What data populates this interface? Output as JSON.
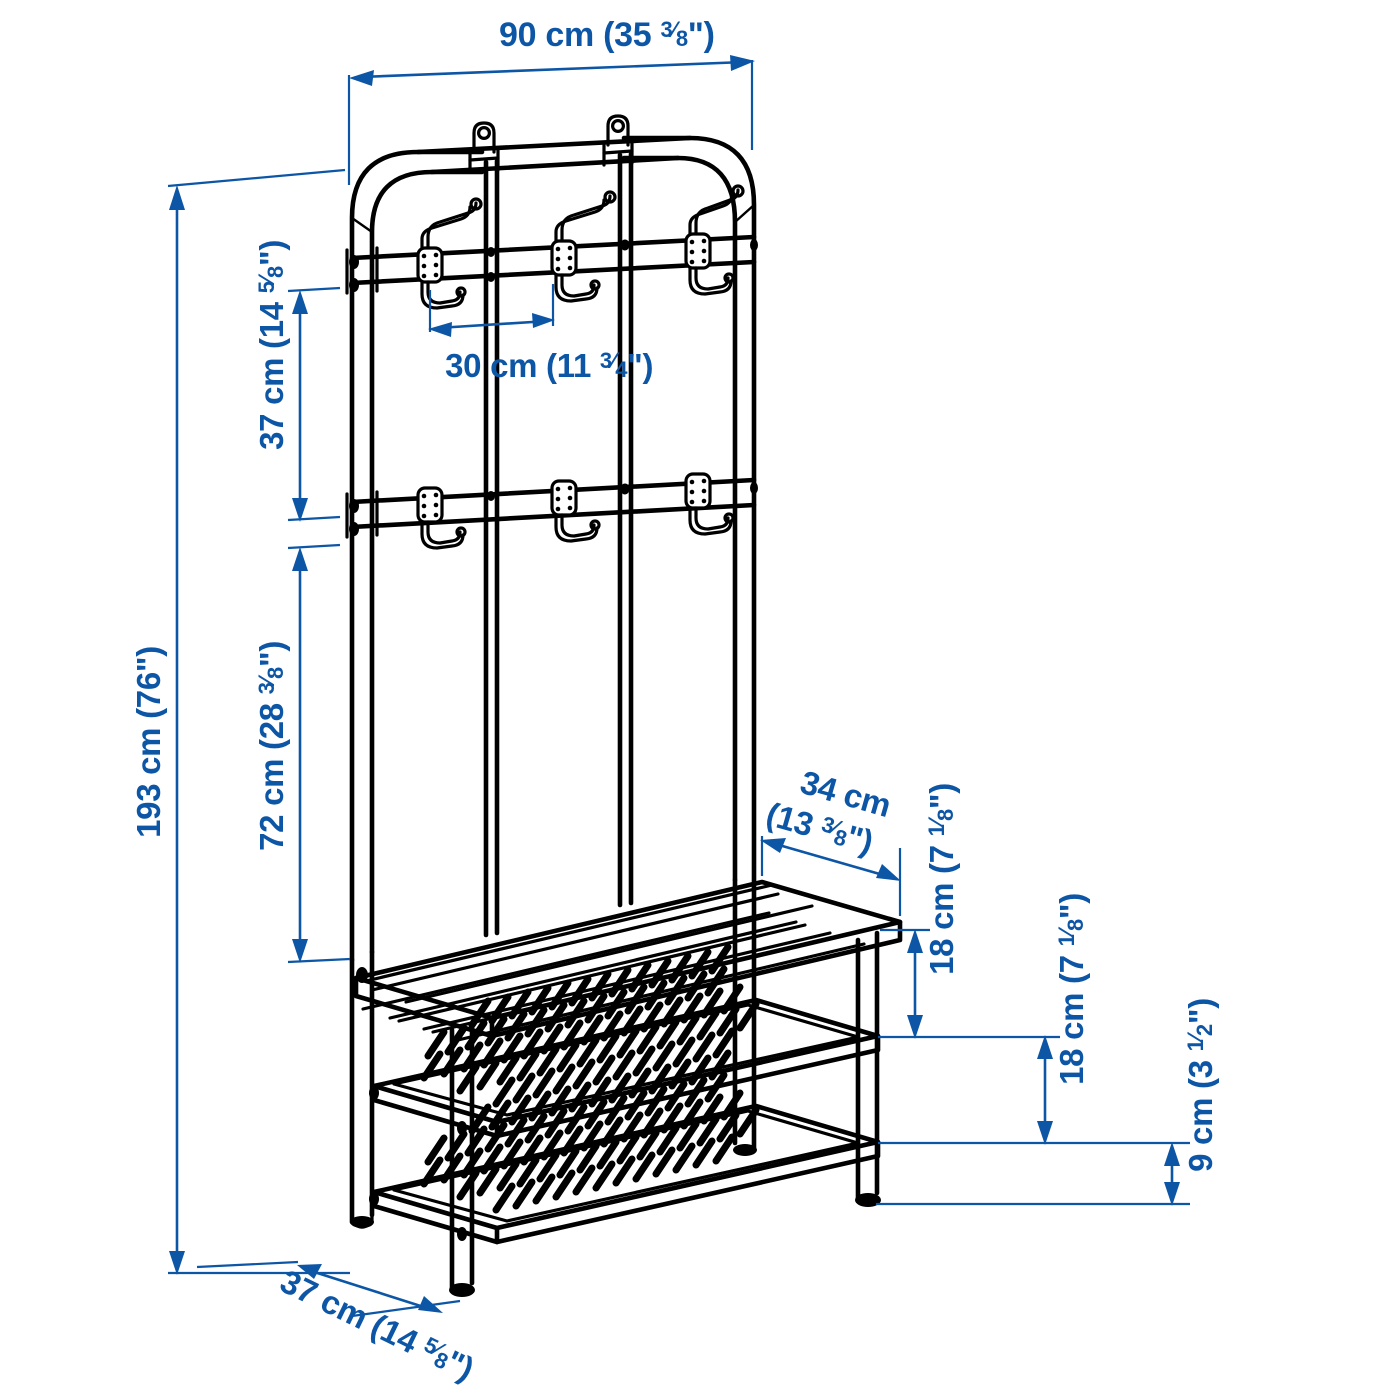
{
  "drawing": {
    "title": "Hall tree / shoe bench with hooks — dimension drawing",
    "line_color": "#000000",
    "dimension_color": "#0d56a6",
    "background": "#ffffff"
  },
  "dimensions": {
    "width_top": {
      "id": "width-90",
      "metric": "90 cm",
      "imperial_whole": "(35",
      "imperial_frac_num": "3",
      "imperial_frac_den": "8",
      "imperial_tail": "\")",
      "full": "90 cm (35 3/8\")"
    },
    "hook_spacing": {
      "id": "hook-spacing-30",
      "metric": "30 cm",
      "imperial_whole": "(11",
      "imperial_frac_num": "3",
      "imperial_frac_den": "4",
      "imperial_tail": "\")",
      "full": "30 cm (11 3/4\")"
    },
    "hook_row_gap": {
      "id": "hook-row-37",
      "metric": "37 cm",
      "imperial_whole": "(14",
      "imperial_frac_num": "5",
      "imperial_frac_den": "8",
      "imperial_tail": "\")",
      "full": "37 cm (14 5/8\")"
    },
    "lower_hook_to_bench": {
      "id": "hook-to-bench-72",
      "metric": "72 cm",
      "imperial_whole": "(28",
      "imperial_frac_num": "3",
      "imperial_frac_den": "8",
      "imperial_tail": "\")",
      "full": "72 cm (28 3/8\")"
    },
    "total_height": {
      "id": "total-height-193",
      "metric": "193 cm",
      "imperial_whole": "(76\")",
      "full": "193 cm (76\")"
    },
    "bench_depth": {
      "id": "bench-depth-34",
      "metric": "34 cm",
      "imperial_whole": "(13",
      "imperial_frac_num": "3",
      "imperial_frac_den": "8",
      "imperial_tail": "\")",
      "full": "34 cm (13 3/8\")"
    },
    "seat_to_shelf1": {
      "id": "seat-to-shelf-18-a",
      "metric": "18 cm",
      "imperial_whole": "(7",
      "imperial_frac_num": "1",
      "imperial_frac_den": "8",
      "imperial_tail": "\")",
      "full": "18 cm (7 1/8\")"
    },
    "shelf1_to_shelf2": {
      "id": "shelf-to-shelf-18-b",
      "metric": "18 cm",
      "imperial_whole": "(7",
      "imperial_frac_num": "1",
      "imperial_frac_den": "8",
      "imperial_tail": "\")",
      "full": "18 cm (7 1/8\")"
    },
    "shelf2_to_floor": {
      "id": "shelf-to-floor-9",
      "metric": "9 cm",
      "imperial_whole": "(3",
      "imperial_frac_num": "1",
      "imperial_frac_den": "2",
      "imperial_tail": "\")",
      "full": "9 cm (3 1/2\")"
    },
    "base_depth": {
      "id": "base-depth-37",
      "metric": "37 cm",
      "imperial_whole": "(14",
      "imperial_frac_num": "5",
      "imperial_frac_den": "8",
      "imperial_tail": "\")",
      "full": "37 cm (14 5/8\")"
    }
  },
  "product": {
    "type": "hall-tree-shoe-bench",
    "upper_hooks_count": 3,
    "lower_hooks_count": 3,
    "shelves_count": 2,
    "bench_seat_slats": 4,
    "mounting_lugs": 2
  }
}
